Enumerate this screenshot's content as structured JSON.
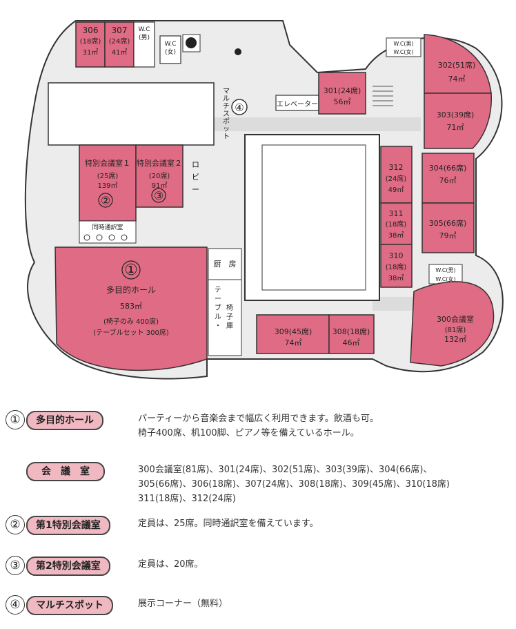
{
  "map": {
    "rooms": {
      "r306": {
        "num": "306",
        "seats": "(18席)",
        "area": "31㎡"
      },
      "r307": {
        "num": "307",
        "seats": "(24席)",
        "area": "41㎡"
      },
      "r301": {
        "label": "301(24席)",
        "area": "56㎡"
      },
      "r302": {
        "label": "302(51席)",
        "area": "74㎡"
      },
      "r303": {
        "label": "303(39席)",
        "area": "71㎡"
      },
      "r304": {
        "label": "304(66席)",
        "area": "76㎡"
      },
      "r305": {
        "label": "305(66席)",
        "area": "79㎡"
      },
      "r312": {
        "num": "312",
        "seats": "(24席)",
        "area": "49㎡"
      },
      "r311": {
        "num": "311",
        "seats": "(18席)",
        "area": "38㎡"
      },
      "r310": {
        "num": "310",
        "seats": "(18席)",
        "area": "38㎡"
      },
      "r309": {
        "label": "309(45席)",
        "area": "74㎡"
      },
      "r308": {
        "label": "308(18席)",
        "area": "46㎡"
      },
      "r300": {
        "label": "300会議室",
        "seats": "(81席)",
        "area": "132㎡"
      },
      "tokubetsu1": {
        "name": "特別会議室１",
        "seats": "(25席)",
        "area": "139㎡",
        "mark": "②"
      },
      "tokubetsu2": {
        "name": "特別会議室２",
        "seats": "(20席)",
        "area": "91㎡",
        "mark": "③"
      },
      "hall": {
        "mark": "①",
        "name": "多目的ホール",
        "area": "583㎡",
        "note1": "(椅子のみ 400席)",
        "note2": "(テーブルセット 300席)"
      }
    },
    "labels": {
      "wc_m": "W.C",
      "wc_m2": "(男)",
      "wc_f": "W.C",
      "wc_f2": "(女)",
      "wc_m_right_top": "W.C(男)",
      "wc_f_right_top": "W.C(女)",
      "wc_m_right": "W.C(男)",
      "wc_f_right": "W.C(女)",
      "elevator": "エレベーター",
      "multi_spot_mark": "④",
      "multi_spot": [
        "マ",
        "ル",
        "チ",
        "ス",
        "ポ",
        "ッ",
        "ト"
      ],
      "lobby": [
        "ロ",
        "ビ",
        "ー"
      ],
      "kitchen": "厨　房",
      "storage": [
        "テ",
        "ー",
        "ブ",
        "ル",
        "・",
        "椅",
        "子",
        "庫"
      ],
      "interpret": "同時通訳室"
    }
  },
  "legend": {
    "hall": {
      "num": "①",
      "title": "多目的ホール",
      "line1": "パーティーから音楽会まで幅広く利用できます。飲酒も可。",
      "line2": "椅子400席、机100脚、ピアノ等を備えているホール。"
    },
    "meeting": {
      "title": "会　議　室",
      "line1": "300会議室(81席)、301(24席)、302(51席)、303(39席)、304(66席)、",
      "line2": "305(66席)、306(18席)、307(24席)、308(18席)、309(45席)、310(18席)",
      "line3": "311(18席)、312(24席)"
    },
    "toku1": {
      "num": "②",
      "title": "第1特別会議室",
      "line1": "定員は、25席。同時通訳室を備えています。"
    },
    "toku2": {
      "num": "③",
      "title": "第2特別会議室",
      "line1": "定員は、20席。"
    },
    "multi": {
      "num": "④",
      "title": "マルチスポット",
      "line1": "展示コーナー（無料）"
    }
  },
  "colors": {
    "room": "#e06b84",
    "outline": "#333333",
    "floor": "#e5e5e5"
  }
}
